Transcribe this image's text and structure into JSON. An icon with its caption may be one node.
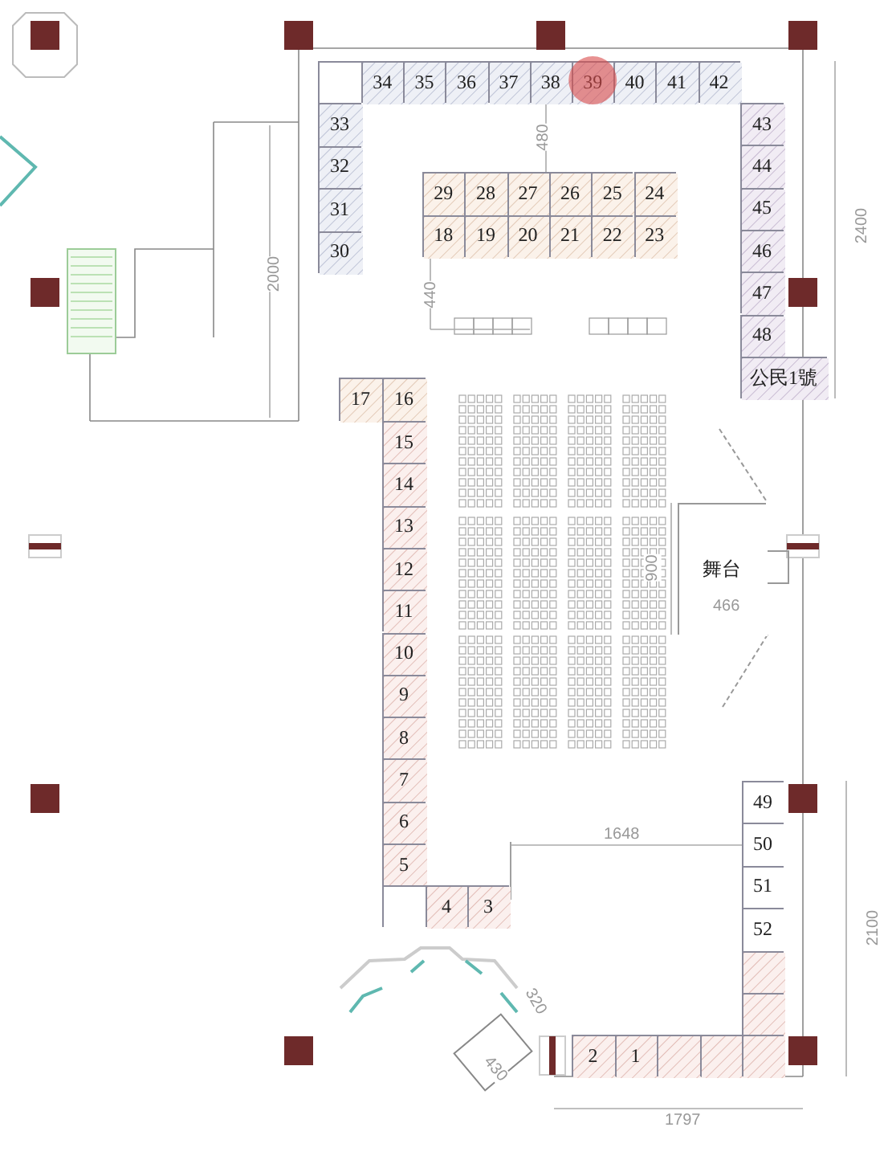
{
  "diagram": {
    "nodes": [
      {
        "text": [],
        "shape": "box"
      },
      {
        "text": [
          "34"
        ]
      },
      {
        "text": [
          "35"
        ]
      },
      {
        "text": [
          "36"
        ]
      },
      {
        "text": [
          "37"
        ]
      },
      {
        "text": [
          "38"
        ]
      },
      {
        "text": [
          "39"
        ]
      },
      {
        "text": [
          "40"
        ]
      },
      {
        "text": [
          "41"
        ]
      },
      {
        "text": [
          "42"
        ]
      },
      {
        "text": [
          "33"
        ]
      },
      {
        "text": [
          "32"
        ]
      },
      {
        "text": [
          "31"
        ]
      },
      {
        "text": [
          "30"
        ]
      },
      {
        "text": [
          "43"
        ]
      },
      {
        "text": [
          "44"
        ]
      },
      {
        "text": [
          "45"
        ]
      },
      {
        "text": [
          "46"
        ]
      },
      {
        "text": [
          "47"
        ]
      },
      {
        "text": [
          "48"
        ]
      },
      {
        "text": [
          "公民1號"
        ]
      },
      {
        "text": [
          "29"
        ]
      },
      {
        "text": [
          "28"
        ]
      },
      {
        "text": [
          "27"
        ]
      },
      {
        "text": [
          "26"
        ]
      },
      {
        "text": [
          "25"
        ]
      },
      {
        "text": [
          "24"
        ]
      },
      {
        "text": [
          "18"
        ]
      },
      {
        "text": [
          "19"
        ]
      },
      {
        "text": [
          "20"
        ]
      },
      {
        "text": [
          "21"
        ]
      },
      {
        "text": [
          "22"
        ]
      },
      {
        "text": [
          "23"
        ]
      },
      {
        "text": [
          "17"
        ]
      },
      {
        "text": [
          "16"
        ]
      },
      {
        "text": [
          "15"
        ]
      },
      {
        "text": [
          "14"
        ]
      },
      {
        "text": [
          "13"
        ]
      },
      {
        "text": [
          "12"
        ]
      },
      {
        "text": [
          "11"
        ]
      },
      {
        "text": [
          "10"
        ]
      },
      {
        "text": [
          "9"
        ]
      },
      {
        "text": [
          "8"
        ]
      },
      {
        "text": [
          "7"
        ]
      },
      {
        "text": [
          "6"
        ]
      },
      {
        "text": [
          "5"
        ]
      },
      {
        "text": [],
        "shape": "box"
      },
      {
        "text": [
          "4"
        ]
      },
      {
        "text": [
          "3"
        ]
      },
      {
        "text": [
          "49"
        ]
      },
      {
        "text": [
          "50"
        ]
      },
      {
        "text": [
          "51"
        ]
      },
      {
        "text": [
          "52"
        ]
      },
      {
        "text": [],
        "shape": "box"
      },
      {
        "text": [],
        "shape": "box"
      },
      {
        "text": [
          "2"
        ]
      },
      {
        "text": [
          "1"
        ]
      },
      {
        "text": [],
        "shape": "box"
      },
      {
        "text": [],
        "shape": "box"
      },
      {
        "text": [],
        "shape": "box"
      },
      {
        "text": [
          "舞台"
        ]
      }
    ],
    "labels": [
      "480",
      "2400",
      "2000",
      "440",
      "900",
      "466",
      "1648",
      "2100",
      "320",
      "430",
      "1797"
    ]
  }
}
